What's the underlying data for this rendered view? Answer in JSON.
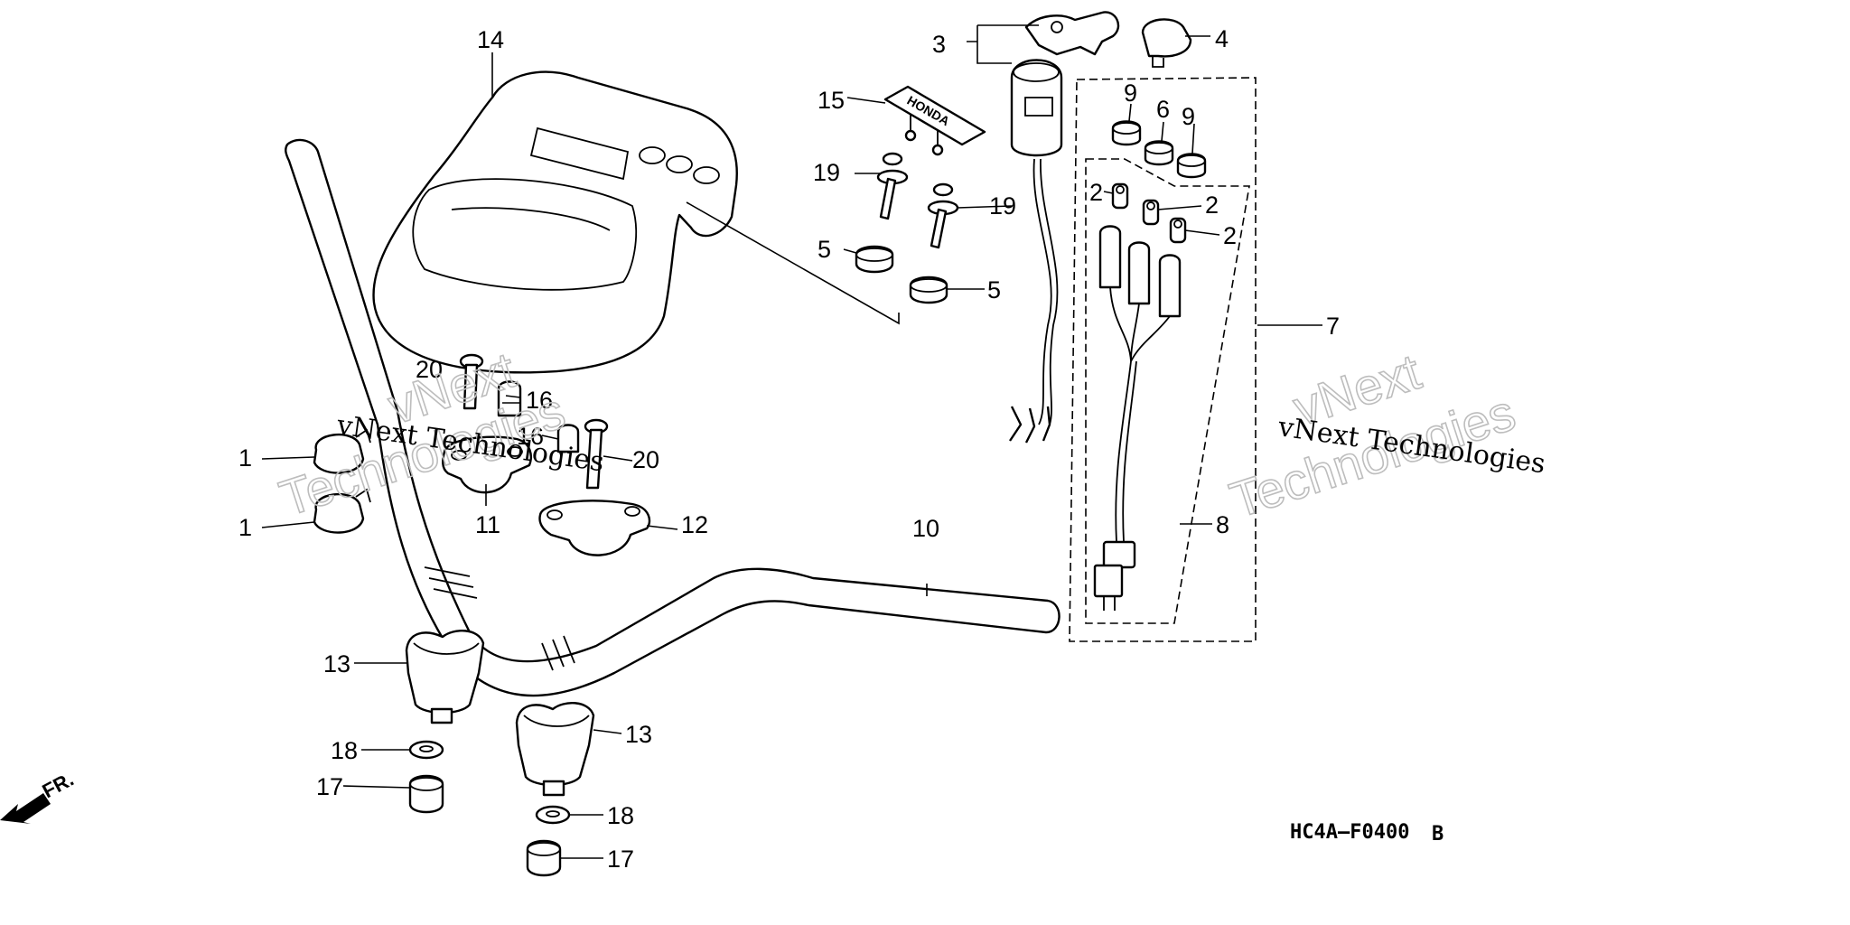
{
  "diagram": {
    "drawing_code": "HC4A–F0400",
    "drawing_revision": "B",
    "front_marker": "FR.",
    "watermark_small": "vNext Technologies",
    "watermark_large_line1": "vNext",
    "watermark_large_line2": "Technologies",
    "callouts": {
      "c1a": "1",
      "c1b": "1",
      "c2a": "2",
      "c2b": "2",
      "c2c": "2",
      "c3": "3",
      "c4": "4",
      "c5a": "5",
      "c5b": "5",
      "c6": "6",
      "c7": "7",
      "c8": "8",
      "c9a": "9",
      "c9b": "9",
      "c10": "10",
      "c11": "11",
      "c12": "12",
      "c13a": "13",
      "c13b": "13",
      "c14": "14",
      "c15": "15",
      "c16a": "16",
      "c16b": "16",
      "c17a": "17",
      "c17b": "17",
      "c18a": "18",
      "c18b": "18",
      "c19a": "19",
      "c19b": "19",
      "c20a": "20",
      "c20b": "20"
    },
    "emblem_text": "HONDA"
  }
}
